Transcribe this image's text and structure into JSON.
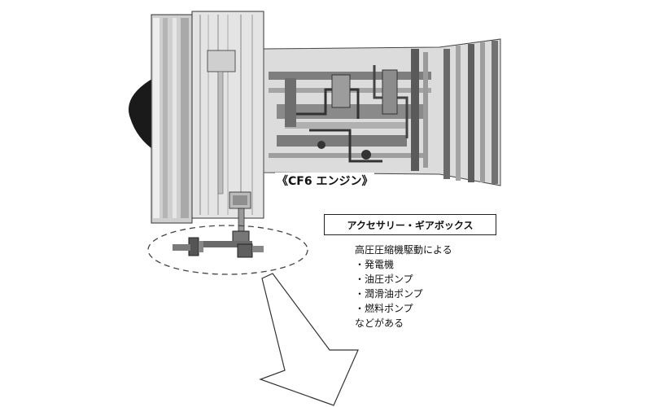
{
  "engine": {
    "label": "《CF6 エンジン》"
  },
  "gearbox": {
    "title": "アクセサリー・ギアボックス",
    "intro": "高圧圧縮機駆動による",
    "items": [
      "・発電機",
      "・油圧ポンプ",
      "・潤滑油ポンプ",
      "・燃料ポンプ"
    ],
    "outro": "などがある"
  },
  "colors": {
    "line": "#333333",
    "metal_light": "#d6d6d6",
    "metal_mid": "#9a9a9a",
    "metal_dark": "#444444"
  }
}
